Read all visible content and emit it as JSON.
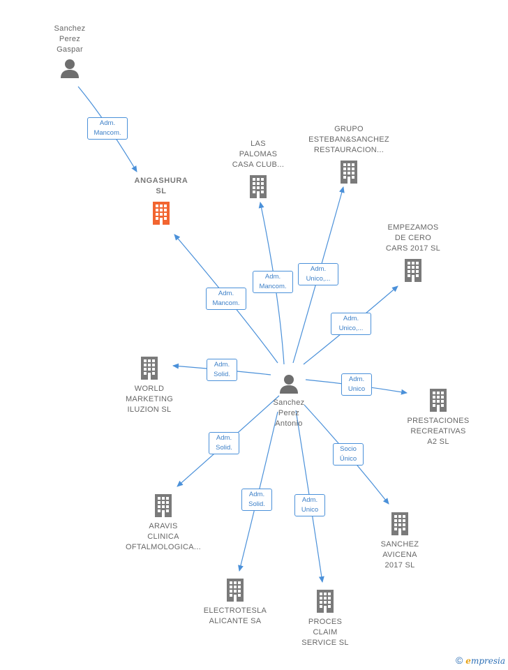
{
  "nodes": {
    "sanchez_perez_gaspar": {
      "label": "Sanchez\nPerez\nGaspar",
      "type": "person"
    },
    "angashura": {
      "label": "ANGASHURA\nSL",
      "type": "company-main"
    },
    "las_palomas": {
      "label": "LAS\nPALOMAS\nCASA CLUB...",
      "type": "company"
    },
    "grupo_esteban": {
      "label": "GRUPO\nESTEBAN&SANCHEZ\nRESTAURACION...",
      "type": "company"
    },
    "empezamos": {
      "label": "EMPEZAMOS\nDE CERO\nCARS 2017  SL",
      "type": "company"
    },
    "world_marketing": {
      "label": "WORLD\nMARKETING\nILUZION  SL",
      "type": "company"
    },
    "sanchez_perez_antonio": {
      "label": "Sanchez\nPerez\nAntonio",
      "type": "person"
    },
    "prestaciones": {
      "label": "PRESTACIONES\nRECREATIVAS\nA2 SL",
      "type": "company"
    },
    "aravis": {
      "label": "ARAVIS\nCLINICA\nOFTALMOLOGICA...",
      "type": "company"
    },
    "electrotesla": {
      "label": "ELECTROTESLA\nALICANTE SA",
      "type": "company"
    },
    "proces_claim": {
      "label": "PROCES\nCLAIM\nSERVICE SL",
      "type": "company"
    },
    "sanchez_avicena": {
      "label": "SANCHEZ\nAVICENA\n2017  SL",
      "type": "company"
    }
  },
  "edges": [
    {
      "id": "gaspar-angashura",
      "label": "Adm.\nMancom."
    },
    {
      "id": "antonio-angashura",
      "label": "Adm.\nMancom."
    },
    {
      "id": "antonio-laspalomas",
      "label": "Adm.\nMancom."
    },
    {
      "id": "antonio-grupo",
      "label": "Adm.\nUnico,..."
    },
    {
      "id": "antonio-empezamos",
      "label": "Adm.\nUnico,..."
    },
    {
      "id": "antonio-world",
      "label": "Adm.\nSolid."
    },
    {
      "id": "antonio-prestaciones",
      "label": "Adm.\nUnico"
    },
    {
      "id": "antonio-aravis",
      "label": "Adm.\nSolid."
    },
    {
      "id": "antonio-electrotesla",
      "label": "Adm.\nSolid."
    },
    {
      "id": "antonio-proces",
      "label": "Adm.\nUnico"
    },
    {
      "id": "antonio-avicena",
      "label": "Socio\nÚnico"
    }
  ],
  "colors": {
    "edge": "#4a90d9",
    "company_icon": "#7a7a7a",
    "main_company_icon": "#f26530",
    "person_icon": "#6e6e6e"
  },
  "footer": {
    "copyright": "©",
    "brand_initial": "e",
    "brand_rest": "mpresia"
  }
}
